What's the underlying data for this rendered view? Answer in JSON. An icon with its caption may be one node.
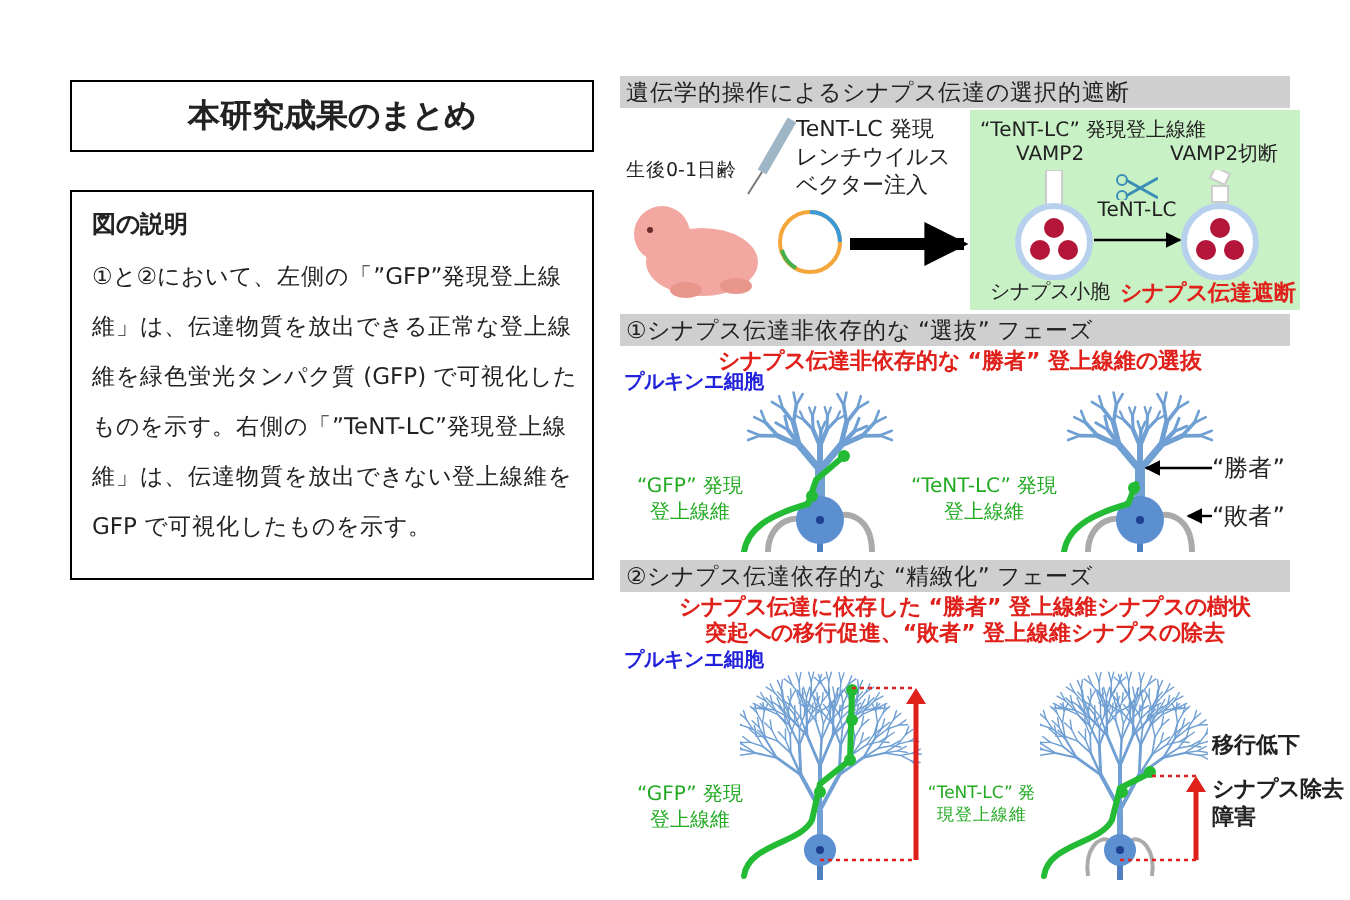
{
  "diagram": {
    "nodes": [
      {
        "text": [
          "本研究成果のまとめ"
        ]
      },
      {
        "text": [
          "図の説明",
          "①と②において、左側の「”GFP”発現登上線維」は、伝達物質を放出できる正常な登上線維を緑色蛍光タンパク質 (GFP) で可視化したものを示す。右側の「”TeNT-LC”発現登上線維」は、伝達物質を放出できない登上線維を GFP で可視化したものを示す。"
        ]
      },
      {
        "text": [
          "遺伝学的操作によるシナプス伝達の選択的遮断"
        ]
      },
      {
        "text": [],
        "shape": "picture",
        "beside": [
          "生後0-1日齢",
          "TeNT-LC 発現レンチウイルスベクター注入"
        ]
      },
      {
        "text": [
          "“TeNT-LC” 発現登上線維"
        ]
      },
      {
        "text": [],
        "shape": "circle",
        "in": 4,
        "beside": [
          "VAMP2",
          "シナプス小胞"
        ]
      },
      {
        "text": [],
        "shape": "circle",
        "in": 4,
        "beside": [
          "VAMP2切断"
        ]
      },
      {
        "text": [
          "①シナプス伝達非依存的な “選抜” フェーズ"
        ]
      },
      {
        "text": [],
        "shape": "picture",
        "beside": [
          "“GFP” 発現登上線維"
        ]
      },
      {
        "text": [],
        "shape": "picture",
        "beside": [
          "“TeNT-LC” 発現登上線維"
        ]
      },
      {
        "text": [
          "“勝者”"
        ]
      },
      {
        "text": [
          "“敗者”"
        ]
      },
      {
        "text": [
          "②シナプス伝達依存的な “精緻化” フェーズ"
        ]
      },
      {
        "text": [],
        "shape": "picture",
        "beside": [
          "“GFP” 発現登上線維"
        ]
      },
      {
        "text": [],
        "shape": "picture",
        "beside": [
          "“TeNT-LC” 発現登上線維",
          "移行低下",
          "シナプス除去障害"
        ]
      }
    ],
    "edges": [
      {
        "from": 3,
        "to": 4,
        "arrow": "to",
        "style": "thick"
      },
      {
        "from": 5,
        "to": 6,
        "arrow": "to",
        "label": "TeNT-LC"
      },
      {
        "from": 10,
        "to": 9,
        "arrow": "to"
      },
      {
        "from": 11,
        "to": 9,
        "arrow": "to"
      }
    ],
    "labels": [
      "シナプス伝達遮断",
      "シナプス伝達非依存的な “勝者” 登上線維の選抜",
      "プルキンエ細胞",
      "シナプス伝達に依存した “勝者” 登上線維シナプスの樹状突起への移行促進、“敗者” 登上線維シナプスの除去",
      "プルキンエ細胞"
    ]
  }
}
